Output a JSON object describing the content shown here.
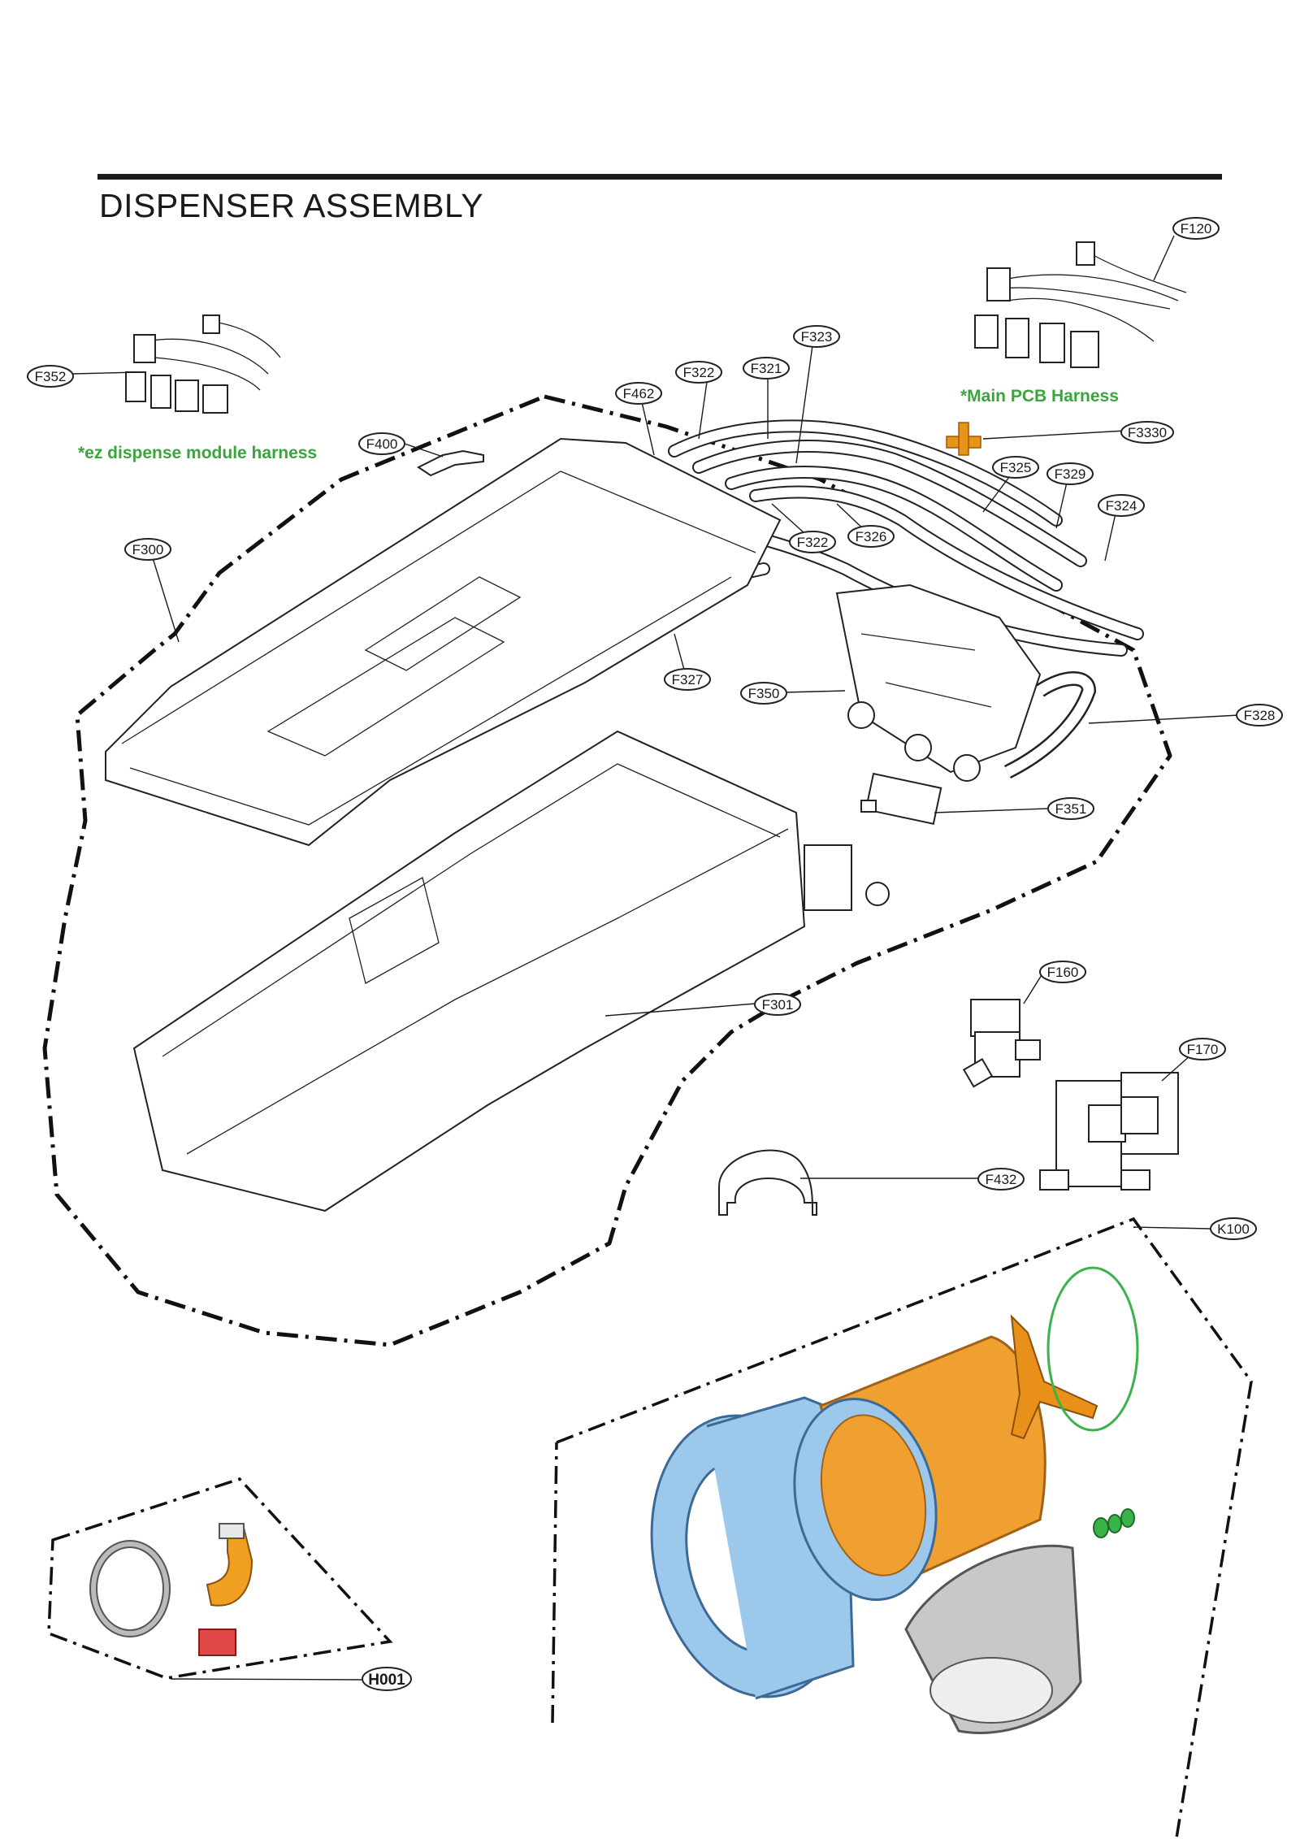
{
  "title": "DISPENSER ASSEMBLY",
  "notes": {
    "ez_dispense": "*ez dispense module harness",
    "main_pcb": "*Main PCB Harness"
  },
  "callouts": {
    "F120": "F120",
    "F352": "F352",
    "F323": "F323",
    "F322a": "F322",
    "F321": "F321",
    "F462": "F462",
    "F3330": "F3330",
    "F400": "F400",
    "F325": "F325",
    "F329": "F329",
    "F324": "F324",
    "F322b": "F322",
    "F326": "F326",
    "F300": "F300",
    "F327": "F327",
    "F350": "F350",
    "F328": "F328",
    "F351": "F351",
    "F301": "F301",
    "F160": "F160",
    "F170": "F170",
    "F432": "F432",
    "K100": "K100",
    "H001": "H001"
  },
  "colors": {
    "note_green": "#3aa53a",
    "drum_orange": "#f0a030",
    "tub_blue": "#9cc8ec",
    "tub_grey": "#c8c8c8",
    "hose_red": "#e04848",
    "elbow_orange": "#f0a020",
    "ring_green": "#39b34a",
    "fitting_orange": "#e8941a"
  }
}
